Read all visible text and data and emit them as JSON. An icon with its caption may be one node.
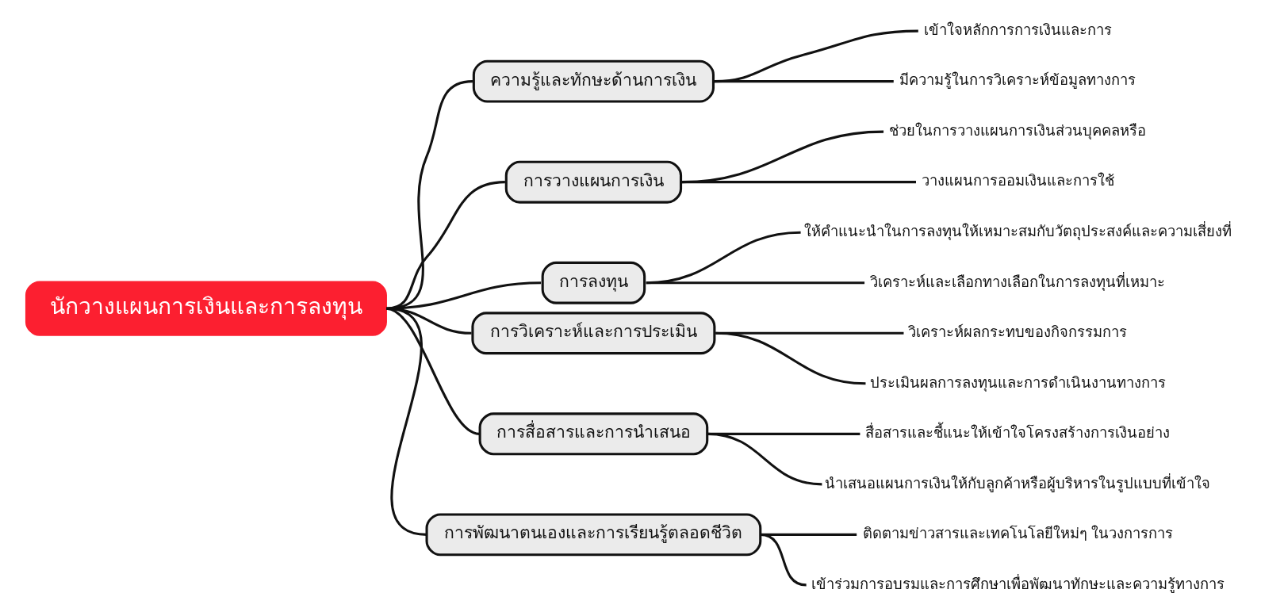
{
  "diagram": {
    "nodes": [
      {
        "text": [
          "นักวางแผนการเงินและการลงทุน"
        ]
      },
      {
        "text": [
          "ความรู้และทักษะด้านการเงิน"
        ]
      },
      {
        "text": [
          "เข้าใจหลักการการเงินและการ"
        ]
      },
      {
        "text": [
          "มีความรู้ในการวิเคราะห์ข้อมูลทางการ"
        ]
      },
      {
        "text": [
          "การวางแผนการเงิน"
        ]
      },
      {
        "text": [
          "ช่วยในการวางแผนการเงินส่วนบุคคลหรือ"
        ]
      },
      {
        "text": [
          "วางแผนการออมเงินและการใช้"
        ]
      },
      {
        "text": [
          "การลงทุน"
        ]
      },
      {
        "text": [
          "ให้คำแนะนำในการลงทุนให้เหมาะสมกับวัตถุประสงค์และความเสี่ยงที่"
        ]
      },
      {
        "text": [
          "วิเคราะห์และเลือกทางเลือกในการลงทุนที่เหมาะ"
        ]
      },
      {
        "text": [
          "การวิเคราะห์และการประเมิน"
        ]
      },
      {
        "text": [
          "วิเคราะห์ผลกระทบของกิจกรรมการ"
        ]
      },
      {
        "text": [
          "ประเมินผลการลงทุนและการดำเนินงานทางการ"
        ]
      },
      {
        "text": [
          "การสื่อสารและการนำเสนอ"
        ]
      },
      {
        "text": [
          "สื่อสารและชี้แนะให้เข้าใจโครงสร้างการเงินอย่าง"
        ]
      },
      {
        "text": [
          "นำเสนอแผนการเงินให้กับลูกค้าหรือผู้บริหารในรูปแบบที่เข้าใจ"
        ]
      },
      {
        "text": [
          "การพัฒนาตนเองและการเรียนรู้ตลอดชีวิต"
        ]
      },
      {
        "text": [
          "ติดตามข่าวสารและเทคโนโลยีใหม่ๆ ในวงการการ"
        ]
      },
      {
        "text": [
          "เข้าร่วมการอบรมและการศึกษาเพื่อพัฒนาทักษะและความรู้ทางการ"
        ]
      }
    ],
    "edges": [
      {
        "from": 0,
        "to": 1,
        "arrow": "none"
      },
      {
        "from": 1,
        "to": 2,
        "arrow": "none"
      },
      {
        "from": 1,
        "to": 3,
        "arrow": "none"
      },
      {
        "from": 0,
        "to": 4,
        "arrow": "none"
      },
      {
        "from": 4,
        "to": 5,
        "arrow": "none"
      },
      {
        "from": 4,
        "to": 6,
        "arrow": "none"
      },
      {
        "from": 0,
        "to": 7,
        "arrow": "none"
      },
      {
        "from": 7,
        "to": 8,
        "arrow": "none"
      },
      {
        "from": 7,
        "to": 9,
        "arrow": "none"
      },
      {
        "from": 0,
        "to": 10,
        "arrow": "none"
      },
      {
        "from": 10,
        "to": 11,
        "arrow": "none"
      },
      {
        "from": 10,
        "to": 12,
        "arrow": "none"
      },
      {
        "from": 0,
        "to": 13,
        "arrow": "none"
      },
      {
        "from": 13,
        "to": 14,
        "arrow": "none"
      },
      {
        "from": 13,
        "to": 15,
        "arrow": "none"
      },
      {
        "from": 0,
        "to": 16,
        "arrow": "none"
      },
      {
        "from": 16,
        "to": 17,
        "arrow": "none"
      },
      {
        "from": 16,
        "to": 18,
        "arrow": "none"
      }
    ]
  }
}
